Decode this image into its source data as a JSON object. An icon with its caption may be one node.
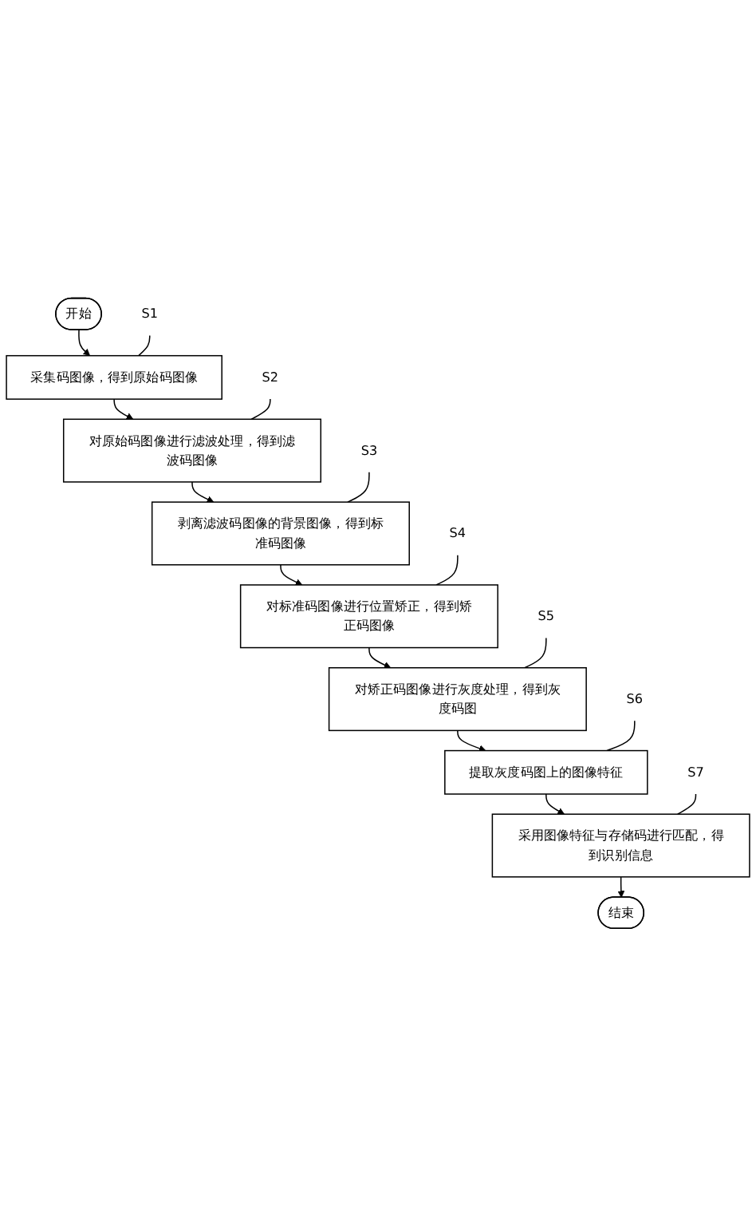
{
  "diagram": {
    "nodes": [
      {
        "text": [
          "开始"
        ]
      },
      {
        "text": [
          "采集码图像，得到原始码图像"
        ]
      },
      {
        "text": [
          "对原始码图像进行滤波处理，得到滤波码图像"
        ]
      },
      {
        "text": [
          "剥离滤波码图像的背景图像，得到标准码图像"
        ]
      },
      {
        "text": [
          "对标准码图像进行位置矫正，得到矫正码图像"
        ]
      },
      {
        "text": [
          "对矫正码图像进行灰度处理，得到灰度码图"
        ]
      },
      {
        "text": [
          "提取灰度码图上的图像特征"
        ]
      },
      {
        "text": [
          "采用图像特征与存储码进行匹配，得到识别信息"
        ]
      },
      {
        "text": [
          "结束"
        ]
      },
      {
        "text": [
          "S1"
        ]
      },
      {
        "text": [
          "S2"
        ]
      },
      {
        "text": [
          "S3"
        ]
      },
      {
        "text": [
          "S4"
        ]
      },
      {
        "text": [
          "S5"
        ]
      },
      {
        "text": [
          "S6"
        ]
      },
      {
        "text": [
          "S7"
        ]
      }
    ],
    "edges": [
      {
        "from": 0,
        "to": 1,
        "arrow": "to"
      },
      {
        "from": 1,
        "to": 2,
        "arrow": "to"
      },
      {
        "from": 2,
        "to": 3,
        "arrow": "to"
      },
      {
        "from": 3,
        "to": 4,
        "arrow": "to"
      },
      {
        "from": 4,
        "to": 5,
        "arrow": "to"
      },
      {
        "from": 5,
        "to": 6,
        "arrow": "to"
      },
      {
        "from": 6,
        "to": 7,
        "arrow": "to"
      },
      {
        "from": 7,
        "to": 8,
        "arrow": "to"
      },
      {
        "from": 9,
        "to": 1,
        "arrow": "none"
      },
      {
        "from": 10,
        "to": 2,
        "arrow": "none"
      },
      {
        "from": 11,
        "to": 3,
        "arrow": "none"
      },
      {
        "from": 12,
        "to": 4,
        "arrow": "none"
      },
      {
        "from": 13,
        "to": 5,
        "arrow": "none"
      },
      {
        "from": 14,
        "to": 6,
        "arrow": "none"
      },
      {
        "from": 15,
        "to": 7,
        "arrow": "none"
      }
    ]
  }
}
